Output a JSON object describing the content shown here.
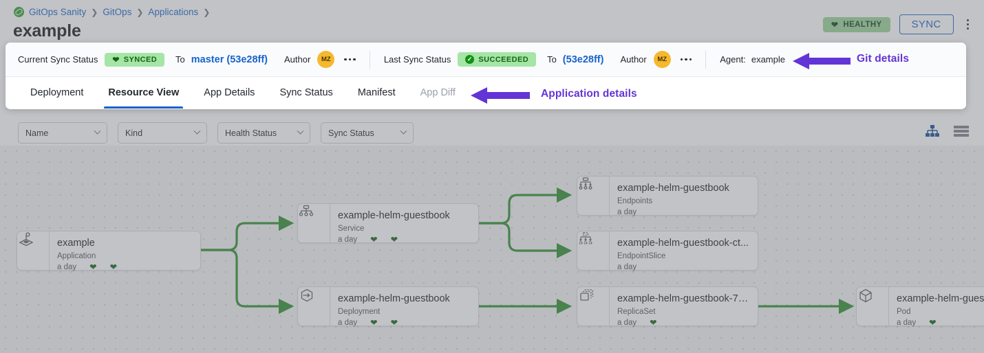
{
  "header": {
    "breadcrumb": [
      {
        "label": "GitOps Sanity",
        "icon": "gitops-logo-icon"
      },
      {
        "label": "GitOps"
      },
      {
        "label": "Applications"
      }
    ],
    "title": "example",
    "health_badge": "HEALTHY",
    "sync_button": "SYNC",
    "overflow_icon": "kebab-menu-icon"
  },
  "sync_bar": {
    "current_label": "Current Sync Status",
    "current_status": "SYNCED",
    "current_to_label": "To",
    "current_revision": "master (53e28ff)",
    "current_author_label": "Author",
    "current_author_initials": "MZ",
    "last_label": "Last Sync Status",
    "last_status": "SUCCEEDED",
    "last_to_label": "To",
    "last_revision": "(53e28ff)",
    "last_author_label": "Author",
    "last_author_initials": "MZ",
    "agent_label": "Agent:",
    "agent_value": "example"
  },
  "tabs": [
    {
      "label": "Deployment",
      "state": "normal"
    },
    {
      "label": "Resource View",
      "state": "active"
    },
    {
      "label": "App Details",
      "state": "normal"
    },
    {
      "label": "Sync Status",
      "state": "normal"
    },
    {
      "label": "Manifest",
      "state": "normal"
    },
    {
      "label": "App Diff",
      "state": "disabled"
    }
  ],
  "annotations": [
    {
      "text": "Git details",
      "points_to": "agent-value"
    },
    {
      "text": "Application details",
      "points_to": "app-diff-tab"
    }
  ],
  "toolbar": {
    "filters": [
      {
        "label": "Name"
      },
      {
        "label": "Kind"
      },
      {
        "label": "Health Status"
      },
      {
        "label": "Sync Status"
      }
    ],
    "views": [
      {
        "name": "tree-view-icon",
        "active": true
      },
      {
        "name": "list-view-icon",
        "active": false
      }
    ]
  },
  "graph": {
    "nodes": [
      {
        "id": "app",
        "name": "example",
        "kind": "Application",
        "age": "a day",
        "icon": "application-icon",
        "hearts": 2
      },
      {
        "id": "service",
        "name": "example-helm-guestbook",
        "kind": "Service",
        "age": "a day",
        "icon": "service-icon",
        "hearts": 2
      },
      {
        "id": "endpoints",
        "name": "example-helm-guestbook",
        "kind": "Endpoints",
        "age": "a day",
        "icon": "endpoints-icon",
        "hearts": 0
      },
      {
        "id": "endpointslice",
        "name": "example-helm-guestbook-ct...",
        "kind": "EndpointSlice",
        "age": "a day",
        "icon": "endpointslice-icon",
        "hearts": 0
      },
      {
        "id": "deployment",
        "name": "example-helm-guestbook",
        "kind": "Deployment",
        "age": "a day",
        "icon": "deployment-icon",
        "hearts": 2
      },
      {
        "id": "replicaset",
        "name": "example-helm-guestbook-74...",
        "kind": "ReplicaSet",
        "age": "a day",
        "icon": "replicaset-icon",
        "hearts": 1
      },
      {
        "id": "pod",
        "name": "example-helm-guest",
        "kind": "Pod",
        "age": "a day",
        "icon": "pod-icon",
        "hearts": 1
      }
    ],
    "edges": [
      {
        "from": "app",
        "to": "service"
      },
      {
        "from": "app",
        "to": "deployment"
      },
      {
        "from": "service",
        "to": "endpoints"
      },
      {
        "from": "service",
        "to": "endpointslice"
      },
      {
        "from": "deployment",
        "to": "replicaset"
      },
      {
        "from": "replicaset",
        "to": "pod"
      }
    ]
  },
  "colors": {
    "accent_blue": "#1763cc",
    "healthy_green": "#168f16",
    "edge_green": "#2f8f2f",
    "annotation_purple": "#6334d6",
    "avatar_yellow": "#f5b82e"
  }
}
